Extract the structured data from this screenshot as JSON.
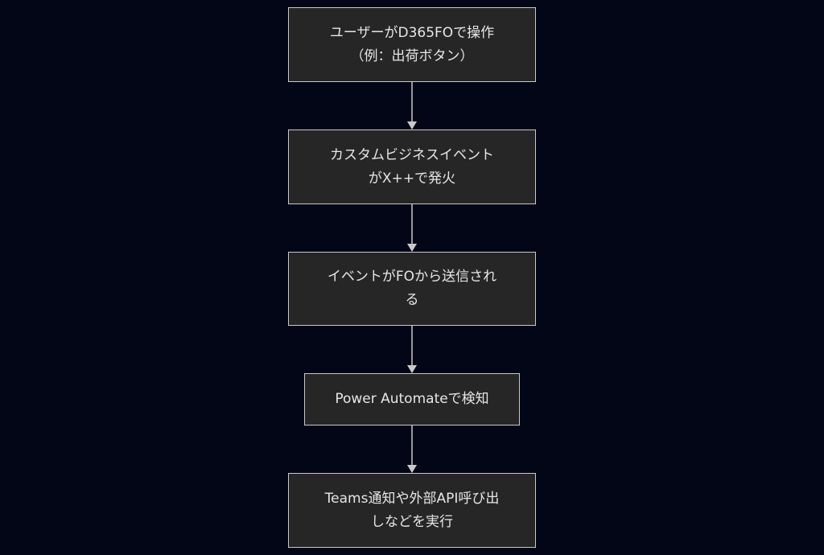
{
  "diagram": {
    "type": "flowchart",
    "direction": "top-to-bottom",
    "colors": {
      "background": "#020617",
      "node_fill": "#262626",
      "node_border": "#c9c9c9",
      "node_text": "#e6e6e6",
      "edge": "#c9c9c9"
    },
    "nodes": [
      {
        "id": "n1",
        "lines": [
          "ユーザーがD365FOで操作",
          "（例：出荷ボタン）"
        ]
      },
      {
        "id": "n2",
        "lines": [
          "カスタムビジネスイベント",
          "がX++で発火"
        ]
      },
      {
        "id": "n3",
        "lines": [
          "イベントがFOから送信され",
          "る"
        ]
      },
      {
        "id": "n4",
        "lines": [
          "Power Automateで検知"
        ]
      },
      {
        "id": "n5",
        "lines": [
          "Teams通知や外部API呼び出",
          "しなどを実行"
        ]
      }
    ],
    "edges": [
      {
        "from": "n1",
        "to": "n2"
      },
      {
        "from": "n2",
        "to": "n3"
      },
      {
        "from": "n3",
        "to": "n4"
      },
      {
        "from": "n4",
        "to": "n5"
      }
    ]
  }
}
